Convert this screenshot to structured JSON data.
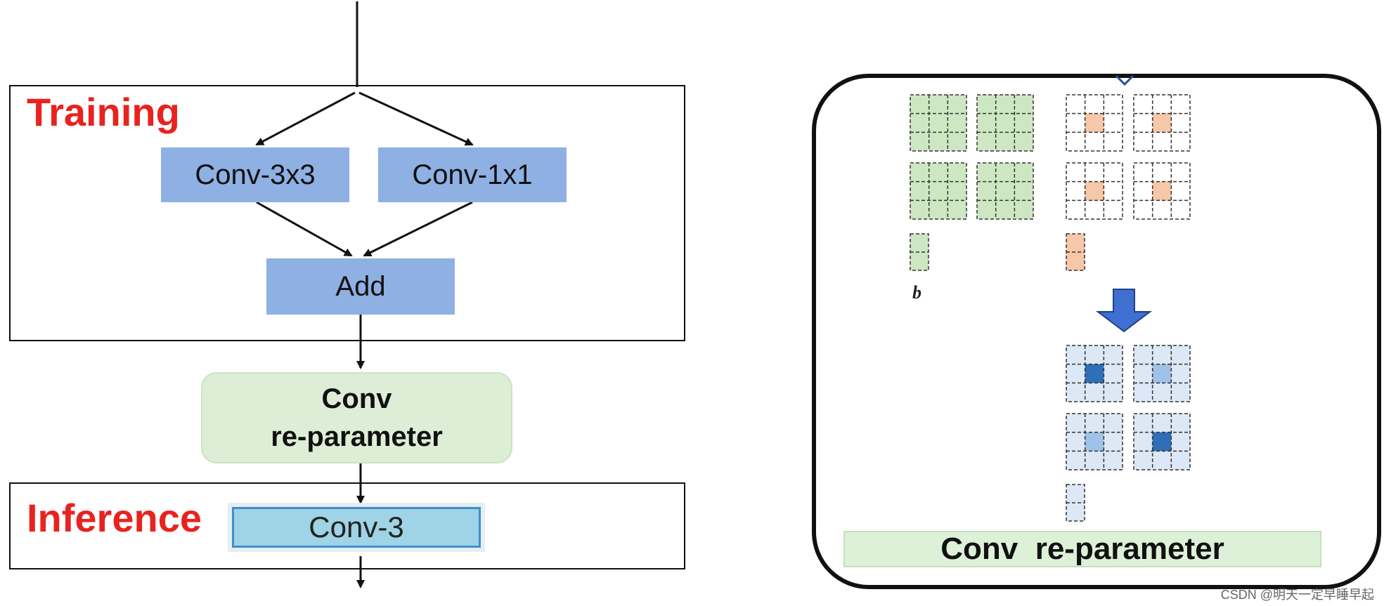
{
  "left_panel": {
    "training_label": "Training",
    "conv3x3": "Conv-3x3",
    "conv1x1": "Conv-1x1",
    "add": "Add",
    "reparam_line1": "Conv",
    "reparam_line2": "re-parameter",
    "inference_label": "Inference",
    "inference_conv": "Conv-3"
  },
  "right_panel": {
    "b_label": "b",
    "bar_label": "Conv  re-parameter"
  },
  "watermark": "CSDN @明天一定早睡早起",
  "colors": {
    "red_label": "#e8231f",
    "blue_box": "#8fb0e3",
    "green_box": "#dcefd6",
    "inference_box": "#9fd3e6",
    "kernel_green": "#cde7c2",
    "kernel_orange": "#f6c7a8",
    "kernel_blue_light": "#dce8f5",
    "kernel_blue_mid": "#9fc3e8",
    "kernel_blue_dark": "#2f6fb8",
    "arrow_blue": "#3f6fd1"
  }
}
